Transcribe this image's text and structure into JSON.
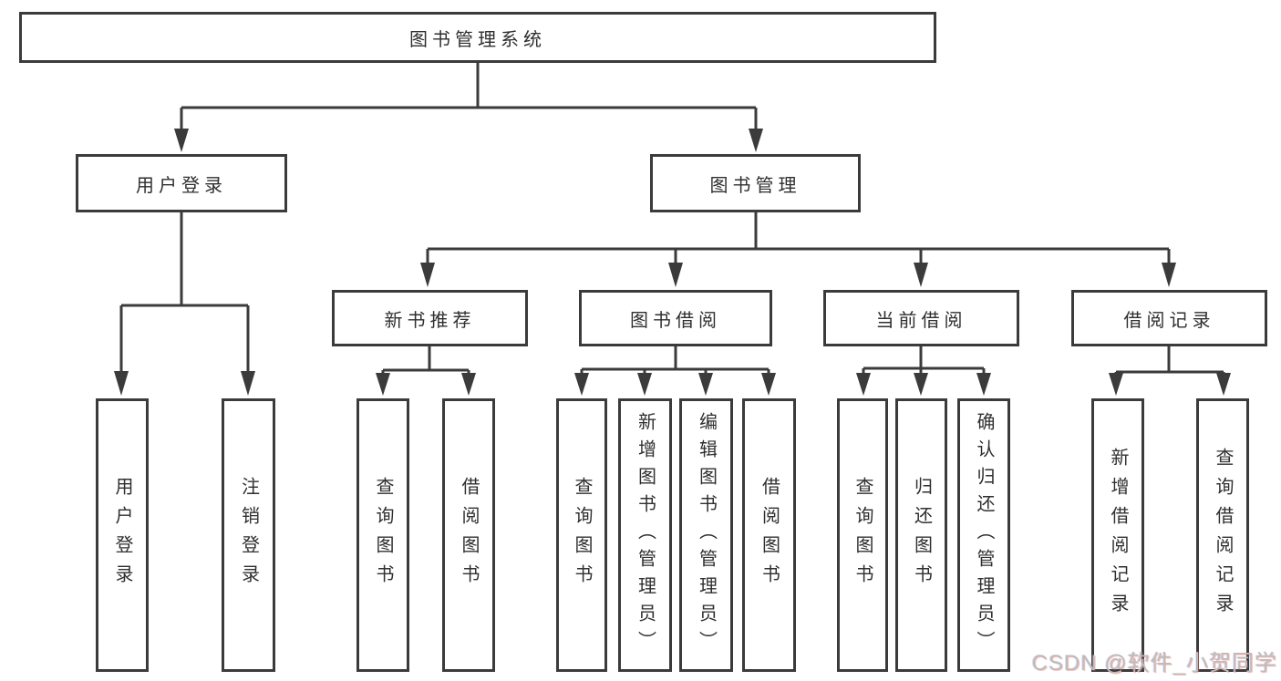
{
  "diagram_type": "tree-structure-chart",
  "colors": {
    "background": "#ffffff",
    "box_fill": "#ffffff",
    "box_border": "#3b3b3b",
    "line": "#3b3b3b",
    "text": "#2f2f2f",
    "watermark_text": "#bcbcbc"
  },
  "nodes": {
    "root": {
      "label": "图书管理系统"
    },
    "user_login": {
      "label": "用户登录"
    },
    "book_management": {
      "label": "图书管理"
    },
    "new_book_recommend": {
      "label": "新书推荐"
    },
    "book_borrowing": {
      "label": "图书借阅"
    },
    "current_borrowing": {
      "label": "当前借阅"
    },
    "borrowing_records": {
      "label": "借阅记录"
    },
    "leaf_user_login": {
      "label": "用户登录"
    },
    "leaf_logout": {
      "label": "注销登录"
    },
    "leaf_query_books_rec": {
      "label": "查询图书"
    },
    "leaf_borrow_books_rec": {
      "label": "借阅图书"
    },
    "leaf_query_books_bor": {
      "label": "查询图书"
    },
    "leaf_add_books_admin": {
      "label": "新增图书（管理员）"
    },
    "leaf_edit_books_admin": {
      "label": "编辑图书（管理员）"
    },
    "leaf_borrow_books_bor": {
      "label": "借阅图书"
    },
    "leaf_query_books_cur": {
      "label": "查询图书"
    },
    "leaf_return_books": {
      "label": "归还图书"
    },
    "leaf_confirm_return_admin": {
      "label": "确认归还（管理员）"
    },
    "leaf_add_borrow_record": {
      "label": "新增借阅记录"
    },
    "leaf_query_borrow_record": {
      "label": "查询借阅记录"
    }
  },
  "hierarchy": [
    {
      "parent": "图书管理系统",
      "children": [
        "用户登录",
        "图书管理"
      ]
    },
    {
      "parent": "用户登录",
      "children": [
        "用户登录",
        "注销登录"
      ]
    },
    {
      "parent": "图书管理",
      "children": [
        "新书推荐",
        "图书借阅",
        "当前借阅",
        "借阅记录"
      ]
    },
    {
      "parent": "新书推荐",
      "children": [
        "查询图书",
        "借阅图书"
      ]
    },
    {
      "parent": "图书借阅",
      "children": [
        "查询图书",
        "新增图书（管理员）",
        "编辑图书（管理员）",
        "借阅图书"
      ]
    },
    {
      "parent": "当前借阅",
      "children": [
        "查询图书",
        "归还图书",
        "确认归还（管理员）"
      ]
    },
    {
      "parent": "借阅记录",
      "children": [
        "新增借阅记录",
        "查询借阅记录"
      ]
    }
  ],
  "watermark": {
    "text": "CSDN @软件_小贺同学"
  }
}
